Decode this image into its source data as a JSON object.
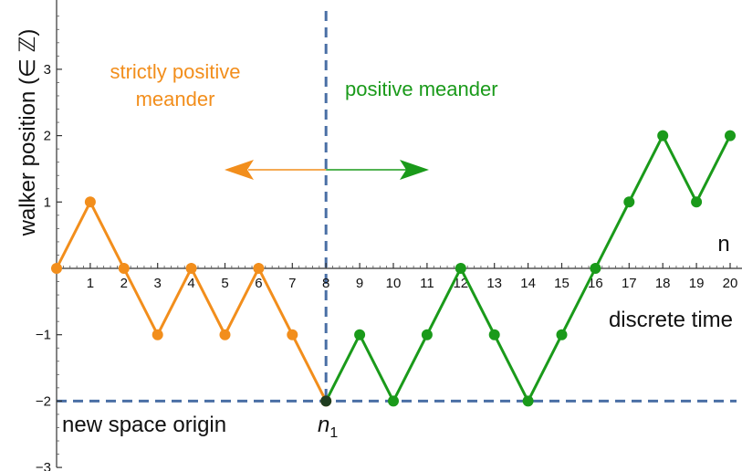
{
  "chart_data": {
    "type": "line",
    "title": "",
    "xlabel": "n",
    "xlabel_secondary": "discrete time",
    "ylabel": "walker position (∈ ℤ)",
    "xlim": [
      -0.3,
      20.4
    ],
    "ylim": [
      -3,
      4
    ],
    "x_ticks": [
      1,
      2,
      3,
      4,
      5,
      6,
      7,
      8,
      9,
      10,
      11,
      12,
      13,
      14,
      15,
      16,
      17,
      18,
      19,
      20
    ],
    "y_ticks": [
      -3,
      -2,
      -1,
      1,
      2,
      3
    ],
    "grid": false,
    "series": [
      {
        "name": "strictly positive meander",
        "color": "#f28e1c",
        "x": [
          0,
          1,
          2,
          3,
          4,
          5,
          6,
          7,
          8
        ],
        "y": [
          0,
          1,
          0,
          -1,
          0,
          -1,
          0,
          -1,
          -2
        ]
      },
      {
        "name": "positive meander",
        "color": "#1a9a1a",
        "x": [
          8,
          9,
          10,
          11,
          12,
          13,
          14,
          15,
          16,
          17,
          18,
          19,
          20
        ],
        "y": [
          -2,
          -1,
          -2,
          -1,
          0,
          -1,
          -2,
          -1,
          0,
          1,
          2,
          1,
          2
        ]
      }
    ],
    "reference_lines": {
      "vertical_x": 8,
      "horizontal_y": -2,
      "color": "#4a6fa5",
      "style": "dashed"
    },
    "annotations": {
      "new_origin": "new space origin",
      "n1_base": "n",
      "n1_sub": "1"
    }
  }
}
